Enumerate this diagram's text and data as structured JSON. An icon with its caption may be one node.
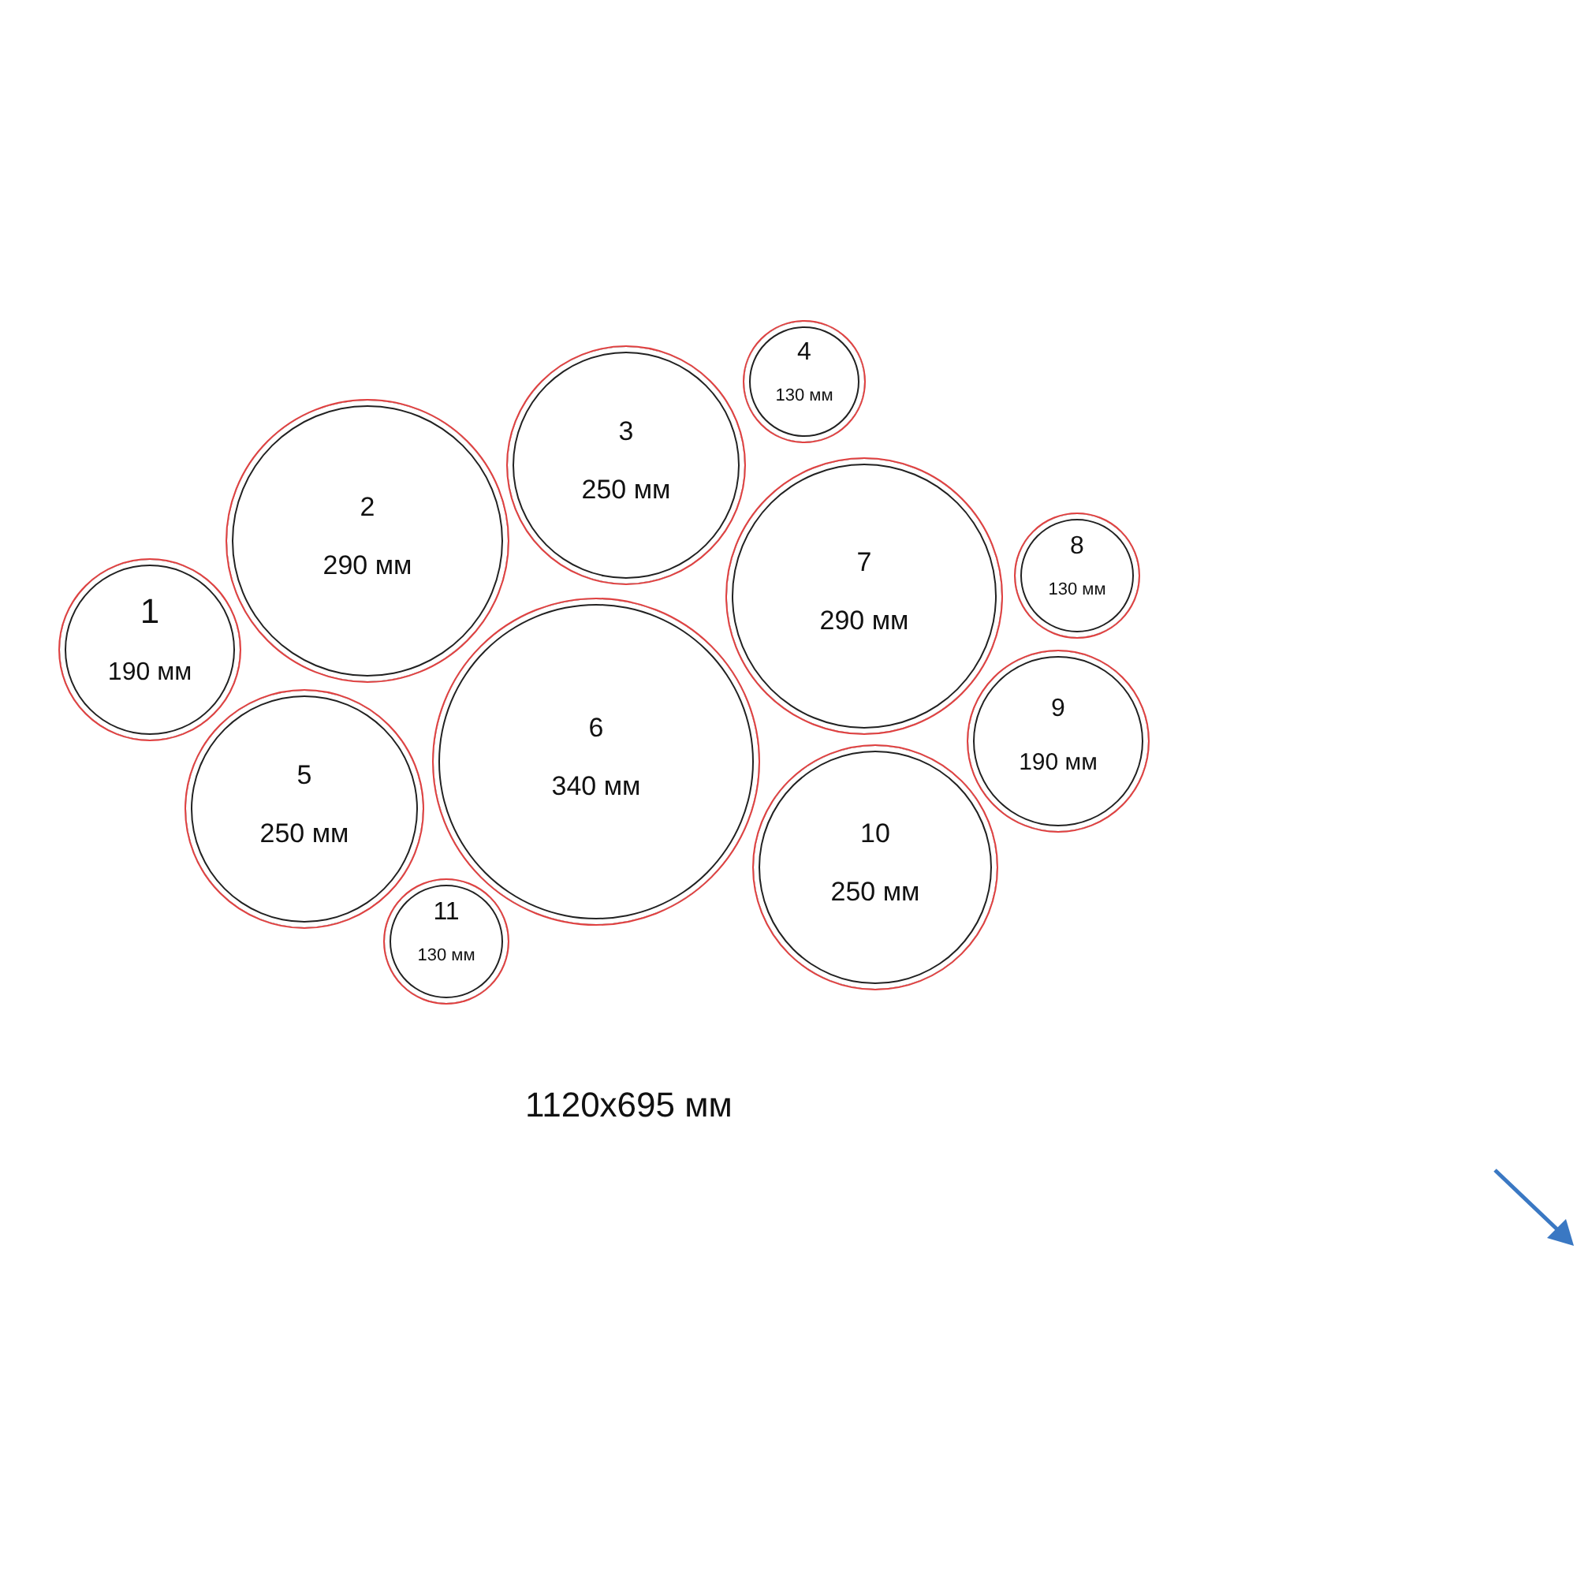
{
  "diagram": {
    "nodes": [
      {
        "text": [
          "1",
          "190 мм"
        ]
      },
      {
        "text": [
          "2",
          "290 мм"
        ]
      },
      {
        "text": [
          "3",
          "250 мм"
        ]
      },
      {
        "text": [
          "4",
          "130 мм"
        ]
      },
      {
        "text": [
          "5",
          "250 мм"
        ]
      },
      {
        "text": [
          "6",
          "340 мм"
        ]
      },
      {
        "text": [
          "7",
          "290 мм"
        ]
      },
      {
        "text": [
          "8",
          "130 мм"
        ]
      },
      {
        "text": [
          "9",
          "190 мм"
        ]
      },
      {
        "text": [
          "10",
          "250 мм"
        ]
      },
      {
        "text": [
          "11",
          "130 мм"
        ]
      }
    ],
    "labels": [
      "1120x695 мм"
    ]
  }
}
